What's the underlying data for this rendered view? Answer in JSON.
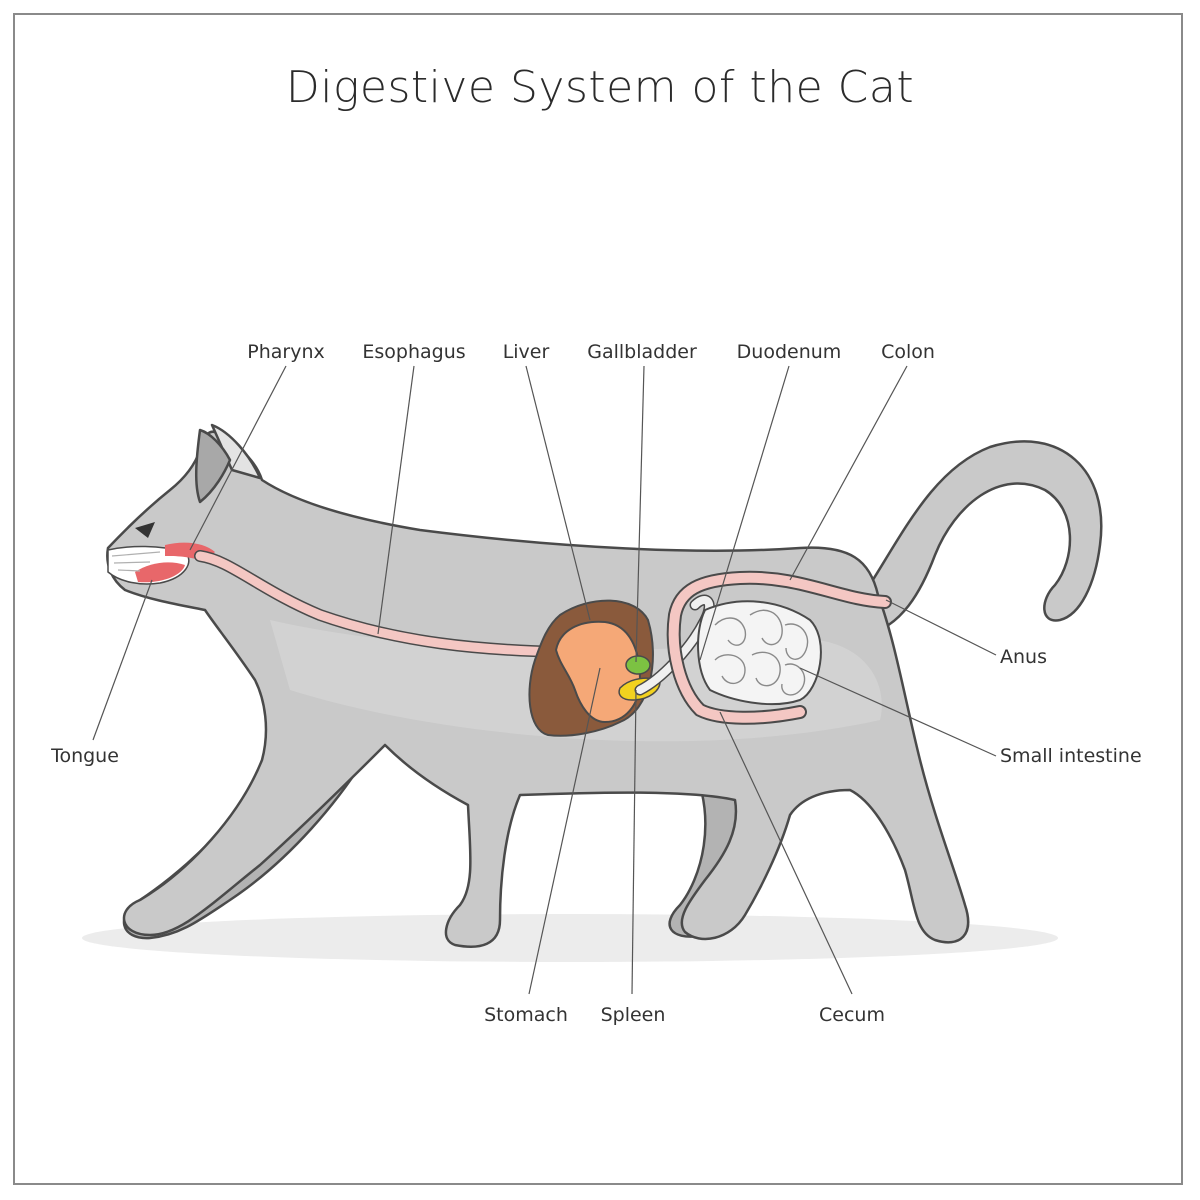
{
  "title": "Digestive System of the Cat",
  "labels": {
    "pharynx": "Pharynx",
    "esophagus": "Esophagus",
    "liver": "Liver",
    "gallbladder": "Gallbladder",
    "duodenum": "Duodenum",
    "colon": "Colon",
    "anus": "Anus",
    "small_intestine": "Small intestine",
    "tongue": "Tongue",
    "stomach": "Stomach",
    "spleen": "Spleen",
    "cecum": "Cecum"
  },
  "colors": {
    "body": "#c9c9c9",
    "outline": "#4a4a4a",
    "esophagus": "#f4c7c3",
    "liver": "#8a5a3c",
    "stomach": "#f5a877",
    "gallbladder": "#7cc242",
    "spleen": "#f2d21f",
    "intestine": "#f4f4f4",
    "mouth": "#e8676a"
  }
}
